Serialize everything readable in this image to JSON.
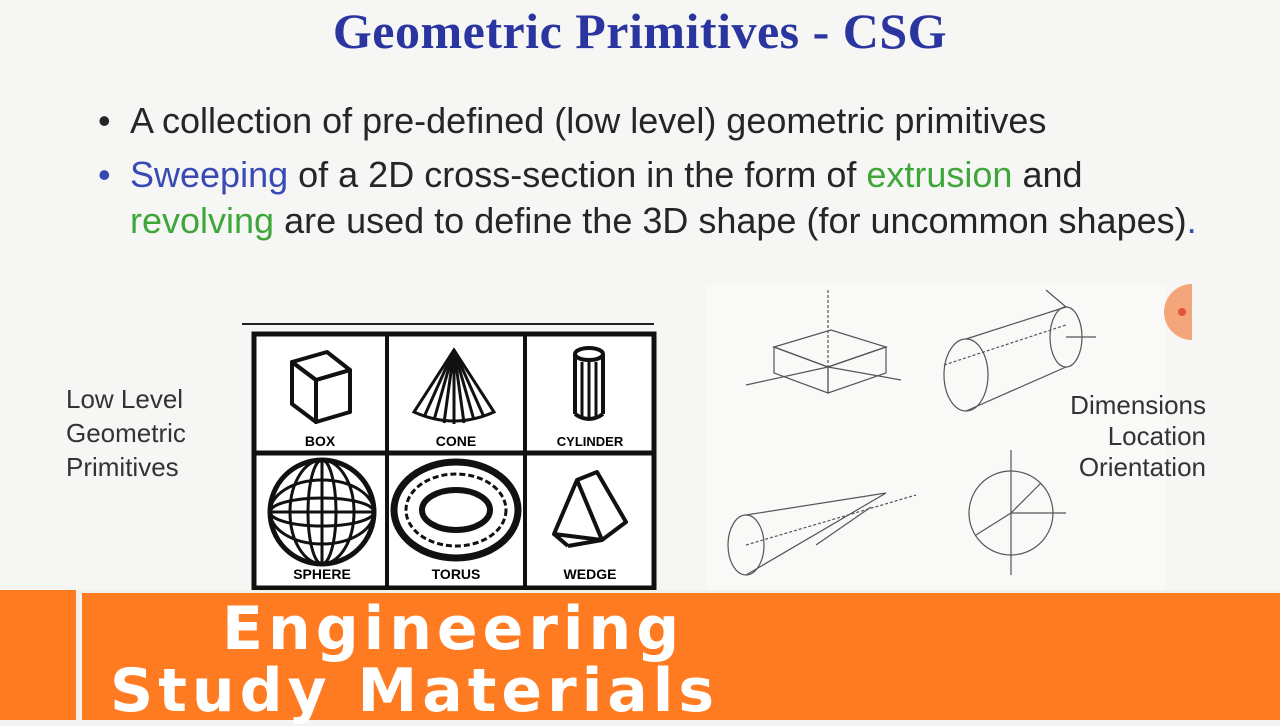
{
  "slide": {
    "title": "Geometric Primitives - CSG",
    "bullets": {
      "b1": {
        "marker": "•",
        "text": "A collection of pre-defined (low level) geometric primitives"
      },
      "b2": {
        "marker": "•",
        "w1": "Sweeping",
        "t1": " of a 2D cross-section in the form of ",
        "w2": "extrusion",
        "t2": " and ",
        "w3": "revolving",
        "t3": " are used to define the 3D shape (for uncommon shapes)",
        "end": "."
      }
    },
    "left_label": {
      "line1": "Low Level",
      "line2": "Geometric",
      "line3": "Primitives"
    },
    "right_label": {
      "line1": "Dimensions",
      "line2": "Location",
      "line3": "Orientation"
    },
    "primitives": {
      "box": "BOX",
      "cone": "CONE",
      "cylinder": "CYLINDER",
      "sphere": "SPHERE",
      "torus": "TORUS",
      "wedge": "WEDGE"
    },
    "colors": {
      "title": "#2b35a0",
      "accent_blue": "#3a4ab5",
      "accent_green": "#3fa63a",
      "banner": "#ff7b22"
    }
  },
  "banner": {
    "line1": "Engineering",
    "line2": "Study Materials"
  }
}
